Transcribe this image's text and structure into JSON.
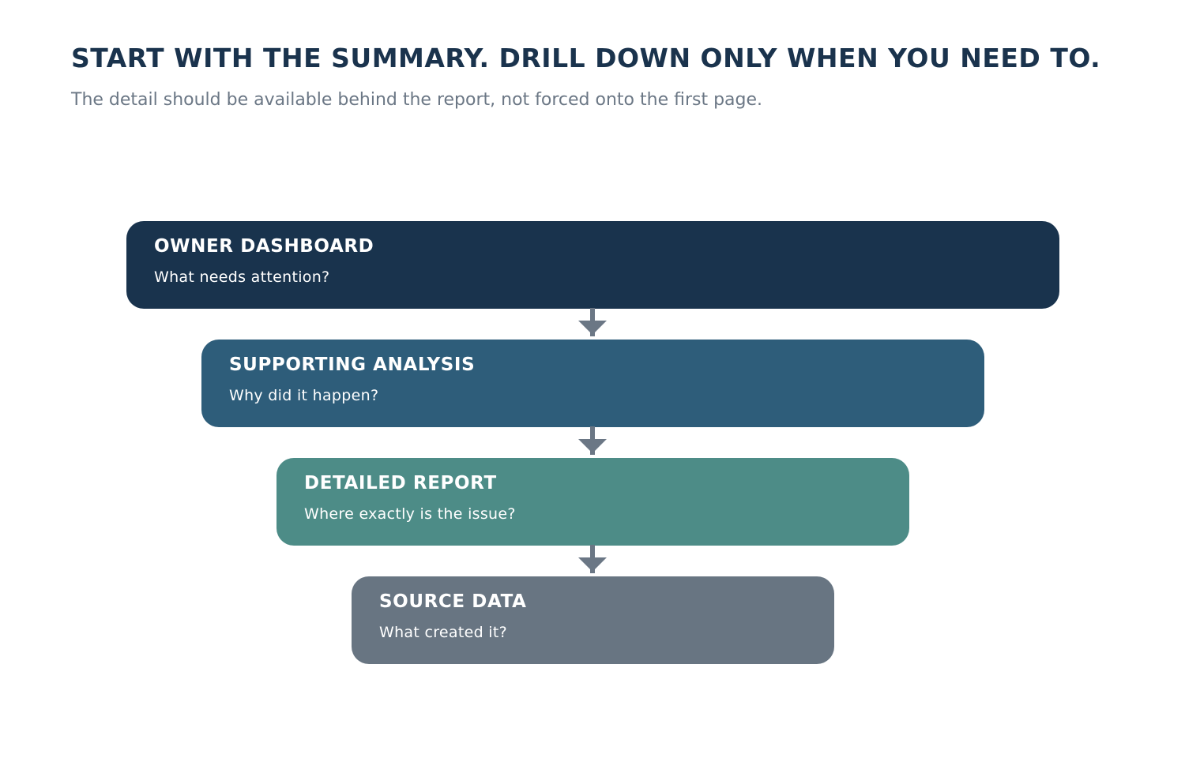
{
  "header": {
    "title": "START WITH THE SUMMARY. DRILL DOWN ONLY WHEN YOU NEED TO.",
    "subtitle": "The detail should be available behind the report, not forced onto the first page."
  },
  "tiers": [
    {
      "label": "OWNER DASHBOARD",
      "question": "What needs attention?",
      "color": "#19334d"
    },
    {
      "label": "SUPPORTING ANALYSIS",
      "question": "Why did it happen?",
      "color": "#2e5d7a"
    },
    {
      "label": "DETAILED REPORT",
      "question": "Where exactly is the issue?",
      "color": "#4d8c87"
    },
    {
      "label": "SOURCE DATA",
      "question": "What created it?",
      "color": "#687582"
    }
  ],
  "arrow_color": "#6b7785"
}
